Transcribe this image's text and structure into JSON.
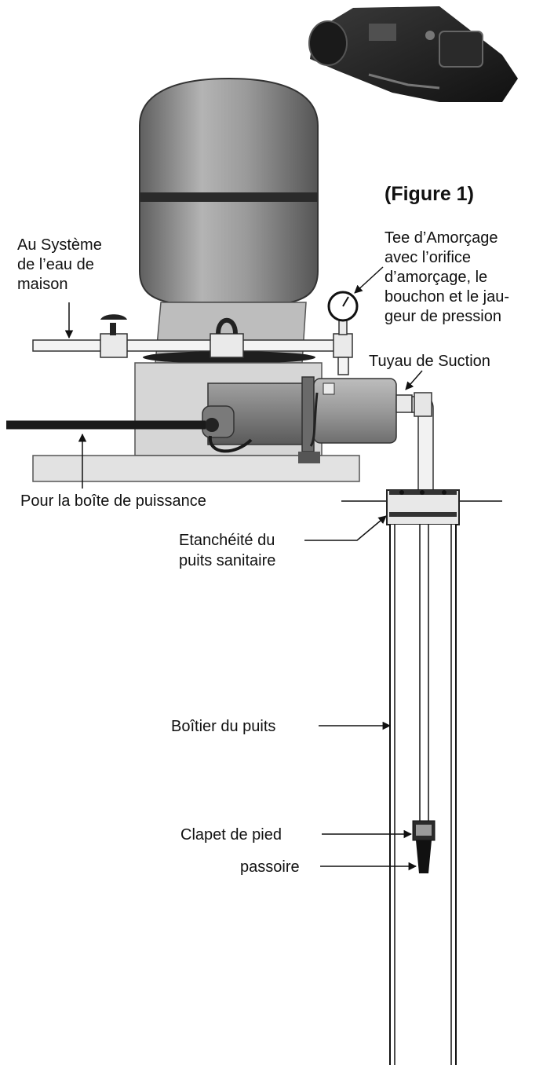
{
  "figure_title": "(Figure 1)",
  "labels": {
    "house_system": [
      "Au Système",
      "de l’eau de",
      "maison"
    ],
    "priming_tee": [
      "Tee d’Amorçage",
      "avec l’orifice",
      "d’amorçage, le",
      "bouchon et le jau-",
      "geur de pression"
    ],
    "suction_pipe": "Tuyau de Suction",
    "power_box": "Pour la boîte de puissance",
    "well_seal": [
      "Etanchéité du",
      "puits sanitaire"
    ],
    "well_casing": "Boîtier du puits",
    "foot_valve": "Clapet de pied",
    "strainer": "passoire"
  },
  "colors": {
    "ink": "#111111",
    "tank_gray": "#8c8c8c",
    "light_gray": "#d8d8d8",
    "mid_gray": "#a9a9a9",
    "dark_gray": "#4a4a4a"
  },
  "icons": [
    "pressure-gauge-icon",
    "shutoff-valve-icon",
    "jet-pump-photo"
  ]
}
